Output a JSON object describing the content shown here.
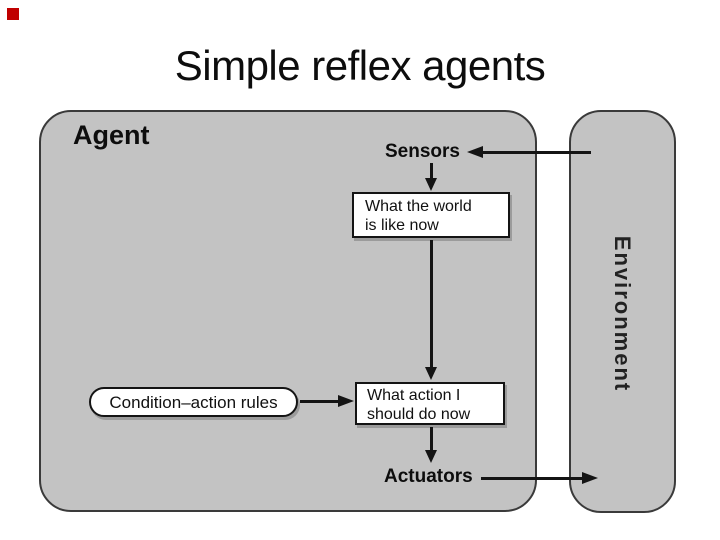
{
  "slide": {
    "title": "Simple reflex agents"
  },
  "diagram": {
    "agent_label": "Agent",
    "environment_label": "Environment",
    "sensors_label": "Sensors",
    "actuators_label": "Actuators",
    "rules_label": "Condition–action rules",
    "state_box": {
      "line1": "What the world",
      "line2": "is like now"
    },
    "action_box": {
      "line1": "What action I",
      "line2": "should do now"
    },
    "colors": {
      "corner_marker": "#c00000",
      "panel_fill": "#c3c3c3",
      "panel_border": "#3a3a3a",
      "node_fill": "#ffffff",
      "node_border": "#141414",
      "arrow": "#141414"
    }
  }
}
